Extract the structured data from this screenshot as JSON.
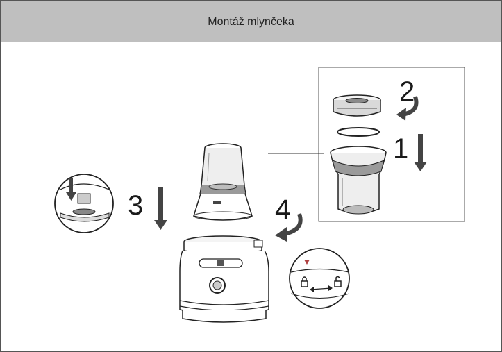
{
  "header": {
    "title": "Montáž mlynčeka"
  },
  "steps": {
    "step1": "1",
    "step2": "2",
    "step3": "3",
    "step4": "4"
  },
  "icons": {
    "down_arrow": "down-arrow-icon",
    "rotate_arrow": "curved-rotate-arrow-icon",
    "lock": "lock-icon",
    "unlock": "unlock-icon"
  },
  "colors": {
    "header_bg": "#bfbfbf",
    "frame_border": "#555555",
    "line_art": "#222222",
    "fill_grey": "#9a9a9a",
    "indicator_red": "#b04040"
  }
}
